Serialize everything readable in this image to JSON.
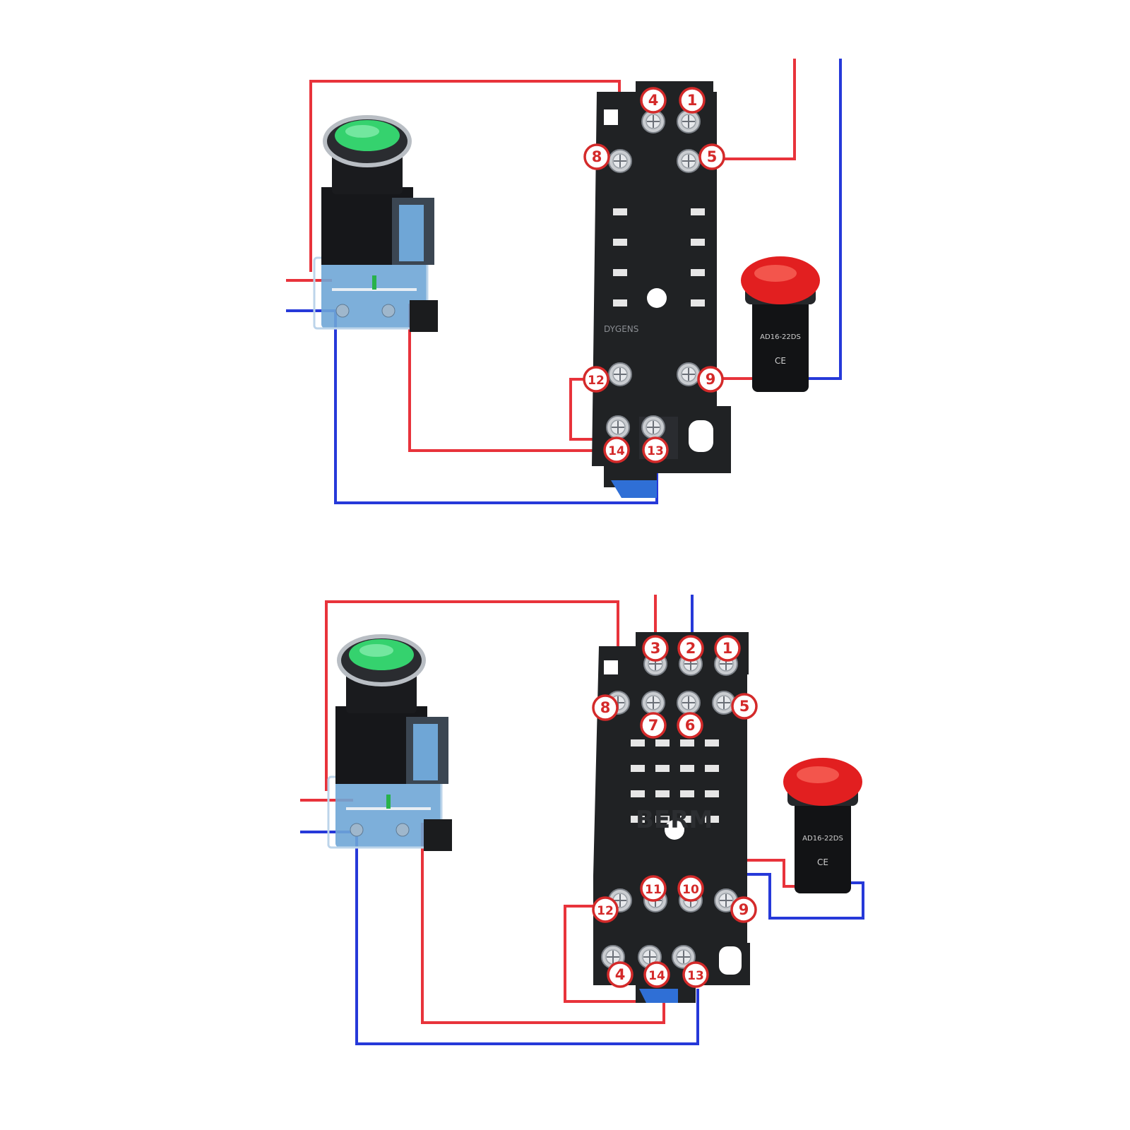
{
  "colors": {
    "wire_red": "#e8333b",
    "wire_blue": "#2639d9",
    "socket_black": "#202224",
    "badge_red": "#d42a2a",
    "button_green": "#35d26e",
    "lamp_red": "#e21f20",
    "contact_blue": "#6fa6d6"
  },
  "diagrams": [
    {
      "id": "top",
      "relay_socket": {
        "terminals": [
          "4",
          "1",
          "8",
          "5",
          "12",
          "9",
          "14",
          "13"
        ],
        "body_text": "DYGENS"
      },
      "pilot_lamp": {
        "label": "AD16-22DS",
        "mark": "CE"
      }
    },
    {
      "id": "bottom",
      "relay_socket": {
        "terminals": [
          "3",
          "2",
          "1",
          "8",
          "7",
          "6",
          "5",
          "11",
          "10",
          "12",
          "9",
          "4",
          "14",
          "13"
        ],
        "body_text": "BERM"
      },
      "pilot_lamp": {
        "label": "AD16-22DS",
        "mark": "CE"
      }
    }
  ]
}
